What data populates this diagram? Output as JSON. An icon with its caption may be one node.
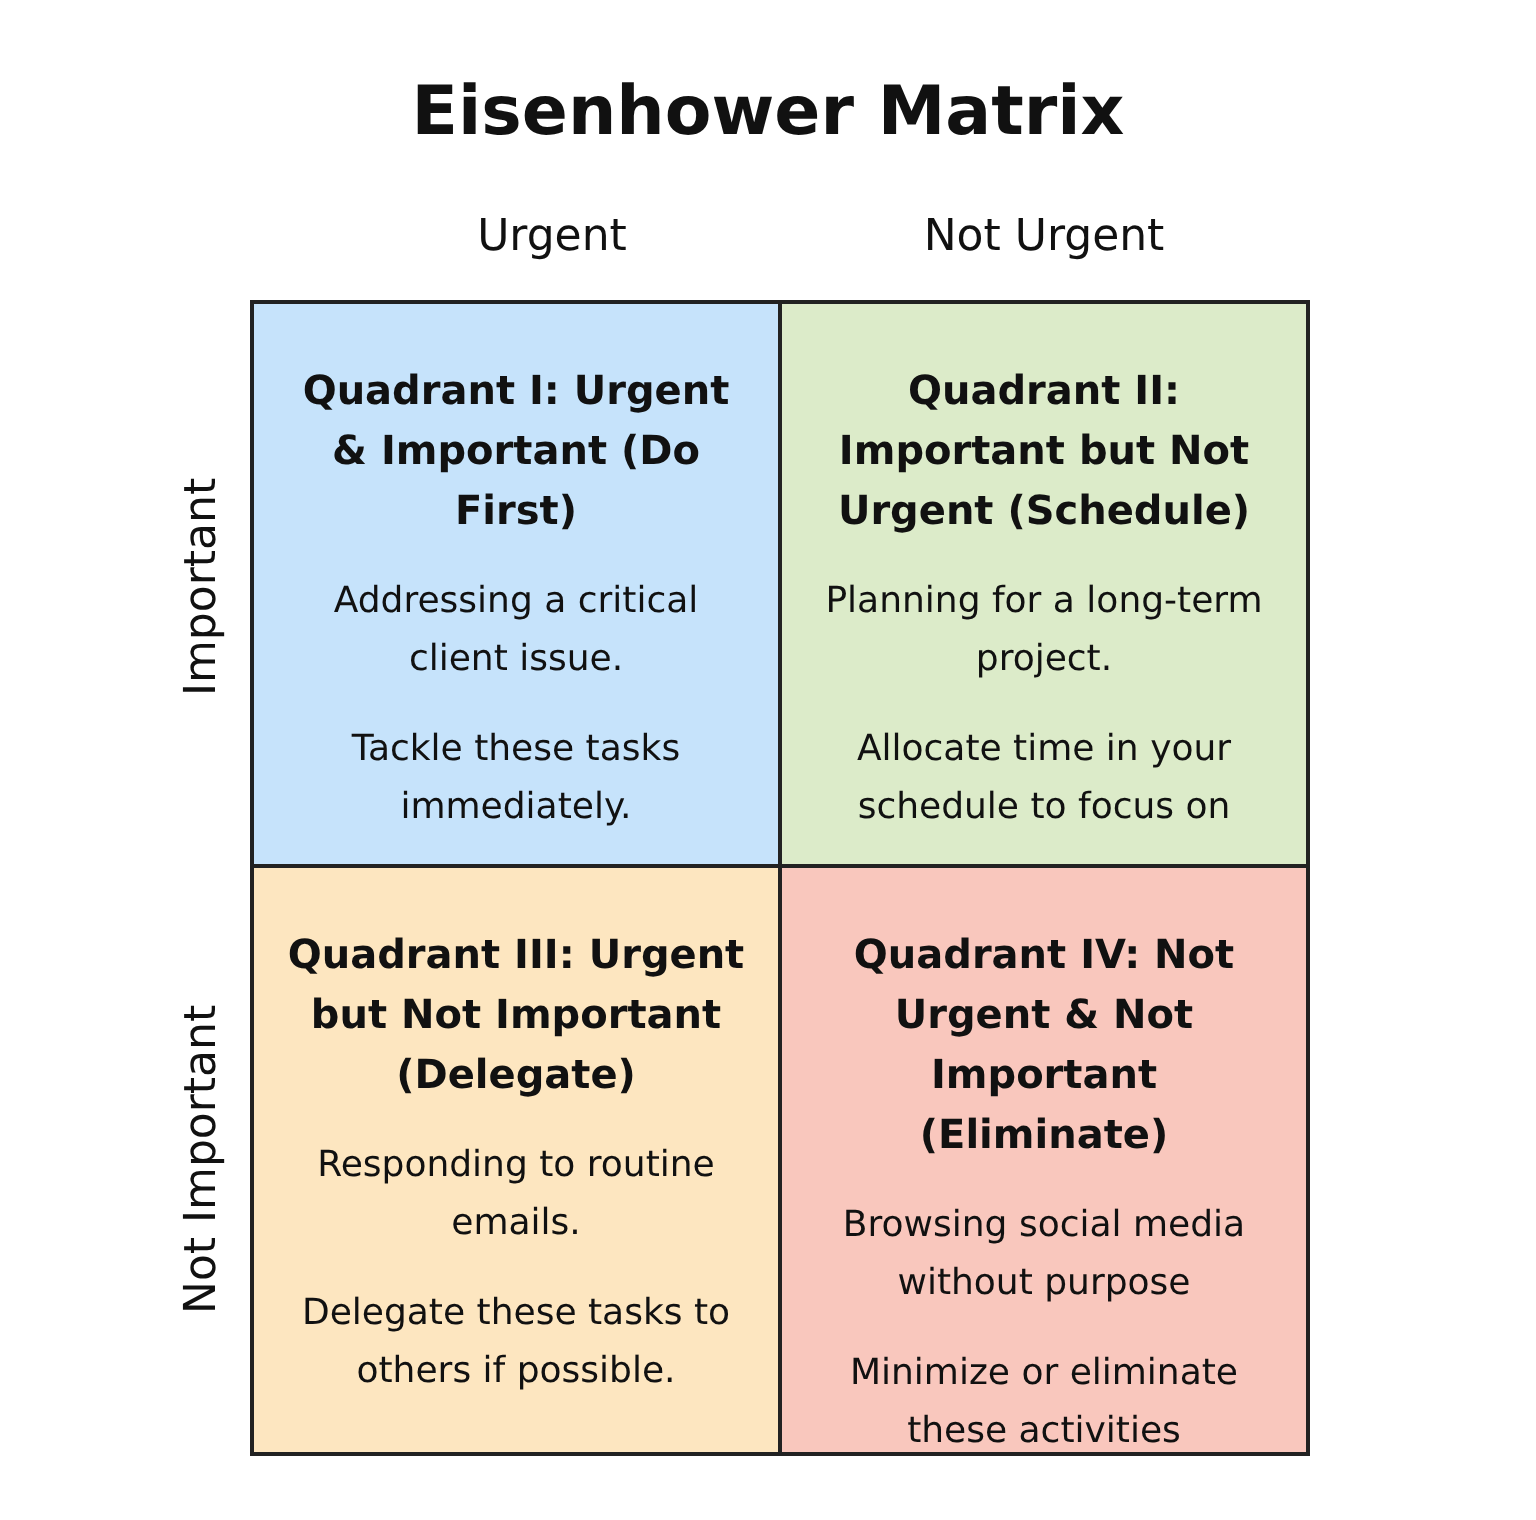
{
  "diagram": {
    "title": "Eisenhower Matrix",
    "nodes": [
      {
        "text": [
          "Quadrant I: Urgent & Important (Do First)",
          "Addressing a critical client issue.",
          "Tackle these tasks immediately."
        ]
      },
      {
        "text": [
          "Quadrant II: Important but Not Urgent (Schedule)",
          "Planning for a long-term project.",
          "Allocate time in your schedule to focus on"
        ]
      },
      {
        "text": [
          "Quadrant III: Urgent but Not Important (Delegate)",
          "Responding to routine emails.",
          "Delegate these tasks to others if possible."
        ]
      },
      {
        "text": [
          "Quadrant IV: Not Urgent & Not Important (Eliminate)",
          "Browsing social media without purpose",
          "Minimize or eliminate these activities"
        ]
      }
    ],
    "labels": [
      "Urgent",
      "Not Urgent",
      "Important",
      "Not Important"
    ]
  }
}
